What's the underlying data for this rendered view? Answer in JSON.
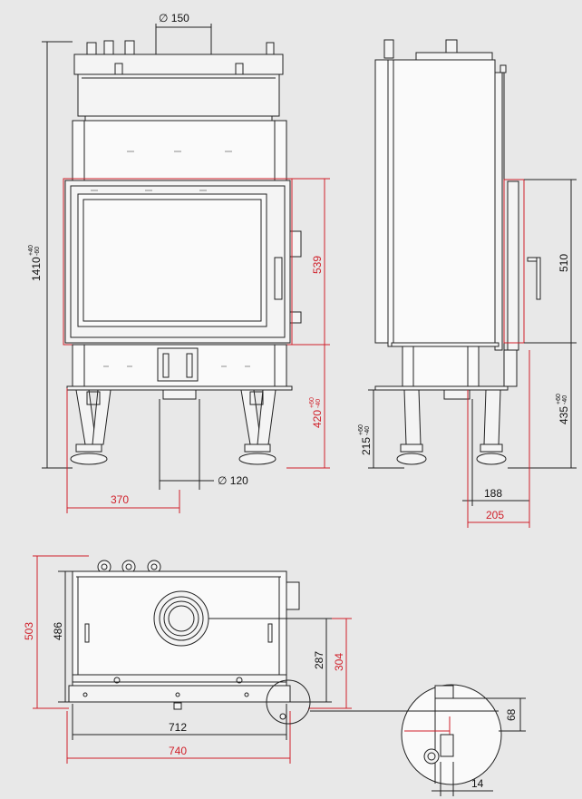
{
  "colors": {
    "background": "#e8e8e8",
    "line": "#222222",
    "dimension_red": "#d0202a"
  },
  "front_view": {
    "dia_150": "∅ 150",
    "height_total": "1410",
    "height_total_tol_top": "+40",
    "height_total_tol_bottom": "-60",
    "window_height": "539",
    "base_height": "420",
    "base_height_tol_top": "+60",
    "base_height_tol_bottom": "-40",
    "offset_width": "370",
    "dia_120": "∅ 120"
  },
  "side_view": {
    "window_height": "510",
    "base_height": "435",
    "base_height_tol_top": "+60",
    "base_height_tol_bottom": "-40",
    "foot_height": "215",
    "foot_height_tol_top": "+60",
    "foot_height_tol_bottom": "-40",
    "depth_188": "188",
    "depth_205": "205"
  },
  "top_view": {
    "depth_503": "503",
    "depth_486": "486",
    "flue_offset_287": "287",
    "flue_offset_304": "304",
    "width_712": "712",
    "width_740": "740"
  },
  "detail_view": {
    "dim_68": "68",
    "dim_14": "14"
  }
}
